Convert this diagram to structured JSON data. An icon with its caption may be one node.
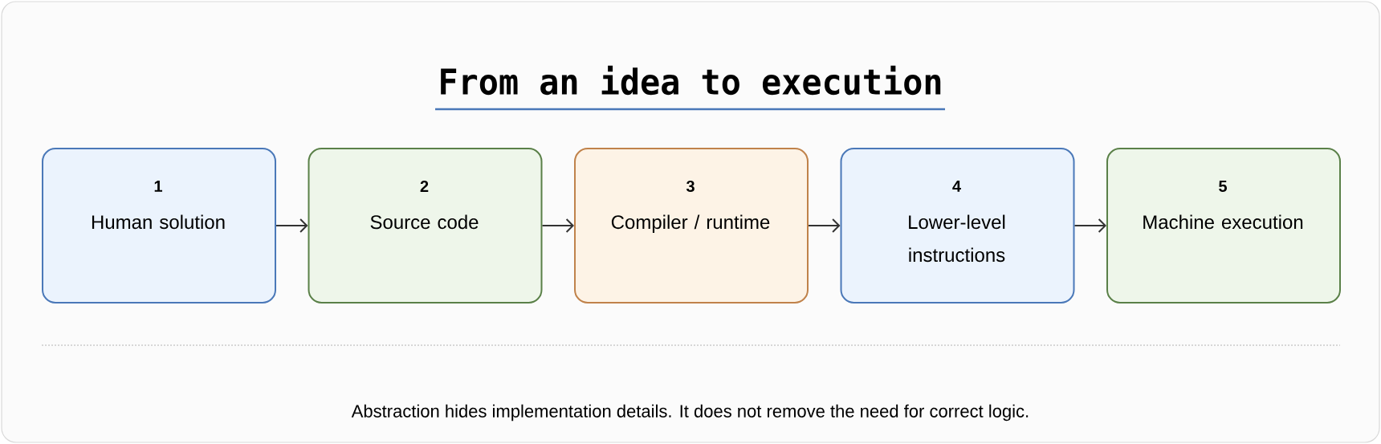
{
  "diagram": {
    "title": "From an idea to execution",
    "caption": "Abstraction hides implementation details. It does not remove the need for correct logic.",
    "nodes": [
      {
        "text": [
          "1",
          "Human solution"
        ]
      },
      {
        "text": [
          "2",
          "Source code"
        ]
      },
      {
        "text": [
          "3",
          "Compiler / runtime"
        ]
      },
      {
        "text": [
          "4",
          "Lower-level instructions"
        ]
      },
      {
        "text": [
          "5",
          "Machine execution"
        ]
      }
    ],
    "edges": [
      {
        "from": 0,
        "to": 1,
        "arrow": "to"
      },
      {
        "from": 1,
        "to": 2,
        "arrow": "to"
      },
      {
        "from": 2,
        "to": 3,
        "arrow": "to"
      },
      {
        "from": 3,
        "to": 4,
        "arrow": "to"
      }
    ]
  }
}
